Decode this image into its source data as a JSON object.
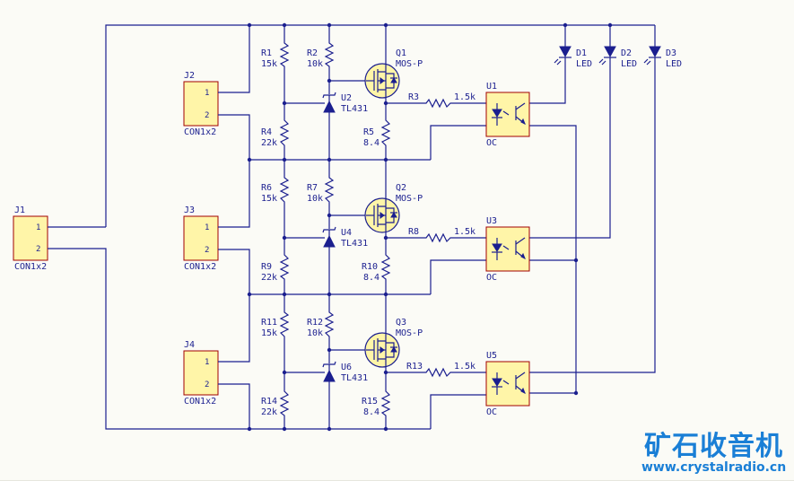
{
  "schematic": {
    "connectors": [
      {
        "ref": "J1",
        "type": "CON1x2",
        "pin1": "1",
        "pin2": "2"
      },
      {
        "ref": "J2",
        "type": "CON1x2",
        "pin1": "1",
        "pin2": "2"
      },
      {
        "ref": "J3",
        "type": "CON1x2",
        "pin1": "1",
        "pin2": "2"
      },
      {
        "ref": "J4",
        "type": "CON1x2",
        "pin1": "1",
        "pin2": "2"
      }
    ],
    "resistors": [
      {
        "ref": "R1",
        "value": "15k"
      },
      {
        "ref": "R2",
        "value": "10k"
      },
      {
        "ref": "R3",
        "value": "1.5k"
      },
      {
        "ref": "R4",
        "value": "22k"
      },
      {
        "ref": "R5",
        "value": "8.4"
      },
      {
        "ref": "R6",
        "value": "15k"
      },
      {
        "ref": "R7",
        "value": "10k"
      },
      {
        "ref": "R8",
        "value": "1.5k"
      },
      {
        "ref": "R9",
        "value": "22k"
      },
      {
        "ref": "R10",
        "value": "8.4"
      },
      {
        "ref": "R11",
        "value": "15k"
      },
      {
        "ref": "R12",
        "value": "10k"
      },
      {
        "ref": "R13",
        "value": "1.5k"
      },
      {
        "ref": "R14",
        "value": "22k"
      },
      {
        "ref": "R15",
        "value": "8.4"
      }
    ],
    "regulators": [
      {
        "ref": "U2",
        "type": "TL431"
      },
      {
        "ref": "U4",
        "type": "TL431"
      },
      {
        "ref": "U6",
        "type": "TL431"
      }
    ],
    "mosfets": [
      {
        "ref": "Q1",
        "type": "MOS-P"
      },
      {
        "ref": "Q2",
        "type": "MOS-P"
      },
      {
        "ref": "Q3",
        "type": "MOS-P"
      }
    ],
    "optocouplers": [
      {
        "ref": "U1",
        "type": "OC"
      },
      {
        "ref": "U3",
        "type": "OC"
      },
      {
        "ref": "U5",
        "type": "OC"
      }
    ],
    "leds": [
      {
        "ref": "D1",
        "type": "LED"
      },
      {
        "ref": "D2",
        "type": "LED"
      },
      {
        "ref": "D3",
        "type": "LED"
      }
    ]
  },
  "watermark": {
    "title": "矿石收音机",
    "url": "www.crystalradio.cn"
  }
}
